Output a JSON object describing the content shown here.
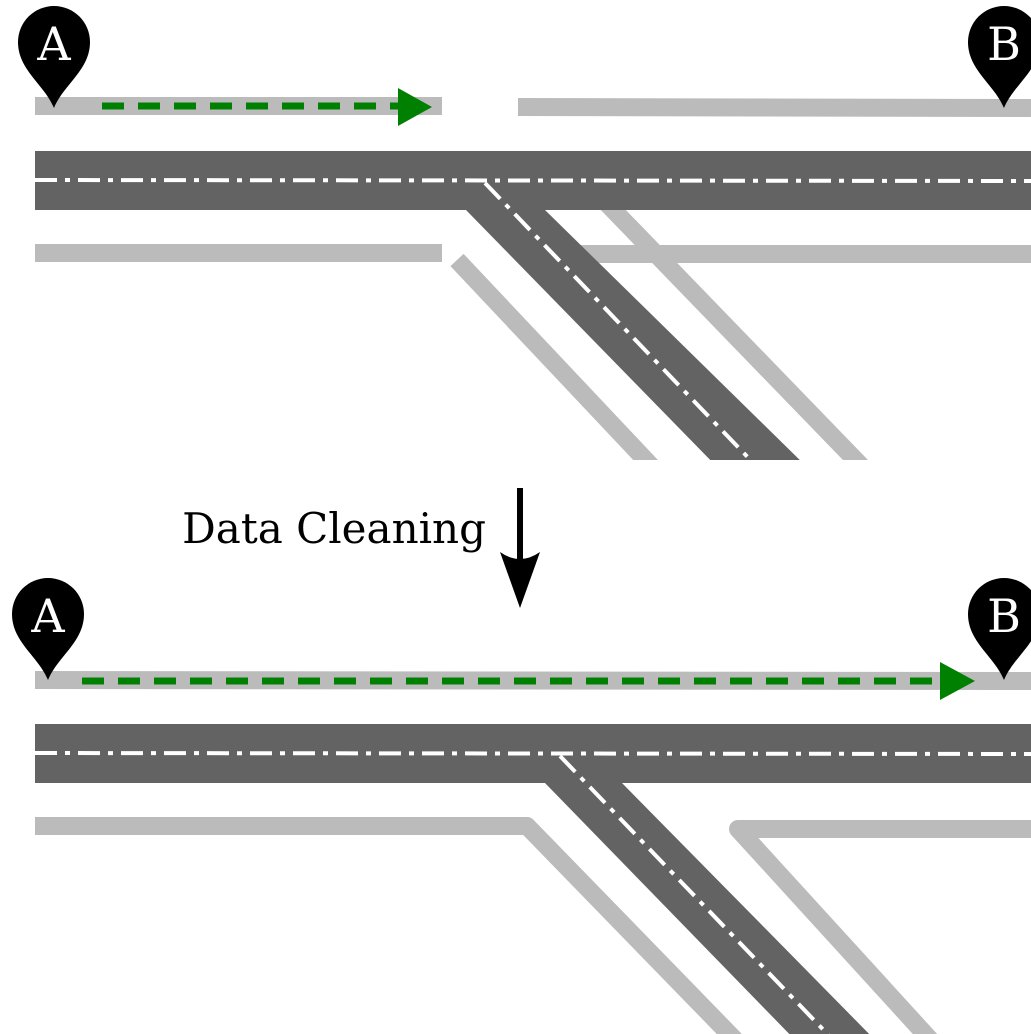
{
  "colors": {
    "road": "#636363",
    "sidewalk": "#bbbbbb",
    "centerline": "#ffffff",
    "route": "#008000",
    "pin": "#000000",
    "background": "#ffffff"
  },
  "markers": {
    "start_label": "A",
    "end_label": "B"
  },
  "step": {
    "label": "Data Cleaning",
    "arrow_icon": "arrow-down-icon"
  },
  "panels": [
    {
      "name": "before-cleaning",
      "route": "partial"
    },
    {
      "name": "after-cleaning",
      "route": "complete"
    }
  ]
}
